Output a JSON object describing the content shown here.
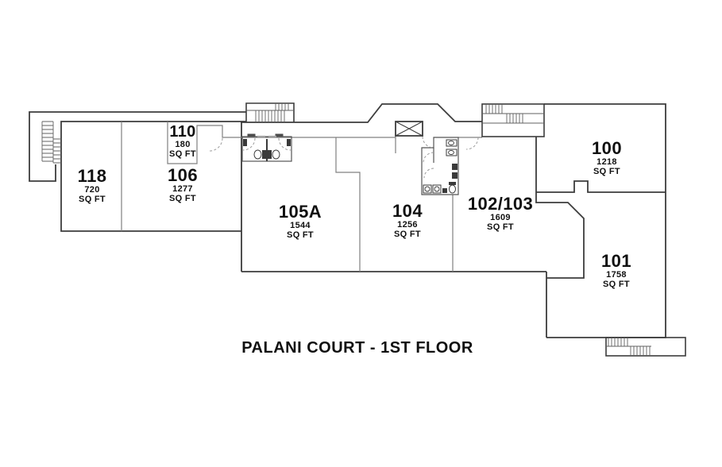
{
  "title": "PALANI COURT - 1ST FLOOR",
  "rooms": [
    {
      "id": "118",
      "number": "118",
      "area": "720",
      "unit": "SQ FT"
    },
    {
      "id": "110",
      "number": "110",
      "area": "180",
      "unit": "SQ FT"
    },
    {
      "id": "106",
      "number": "106",
      "area": "1277",
      "unit": "SQ FT"
    },
    {
      "id": "105A",
      "number": "105A",
      "area": "1544",
      "unit": "SQ FT"
    },
    {
      "id": "104",
      "number": "104",
      "area": "1256",
      "unit": "SQ FT"
    },
    {
      "id": "102/103",
      "number": "102/103",
      "area": "1609",
      "unit": "SQ FT"
    },
    {
      "id": "100",
      "number": "100",
      "area": "1218",
      "unit": "SQ FT"
    },
    {
      "id": "101",
      "number": "101",
      "area": "1758",
      "unit": "SQ FT"
    }
  ],
  "features": {
    "stairs": [
      "stairs-northwest",
      "stairs-north",
      "stairs-northeast",
      "stairs-southeast"
    ],
    "elevator": "elevator",
    "restrooms": [
      "restroom-west",
      "restroom-east"
    ]
  },
  "colors": {
    "background": "#ffffff",
    "exterior_wall": "#3c3c3c",
    "partition_wall": "#808080",
    "fixture": "#3a3a3a",
    "door_swing": "#9a9a9a",
    "text": "#101010"
  }
}
